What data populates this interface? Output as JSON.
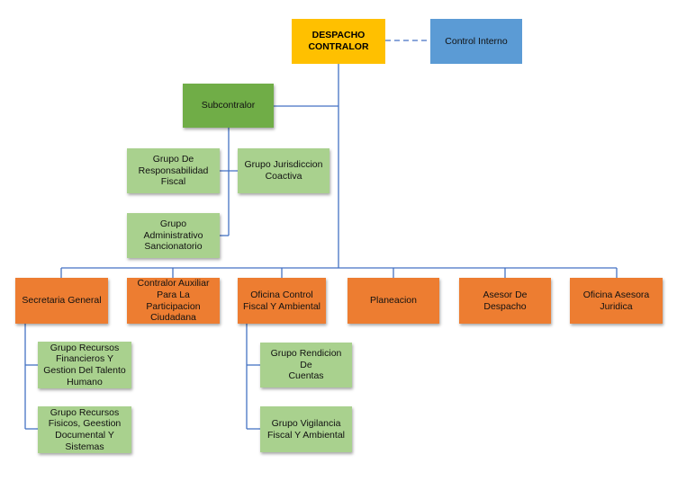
{
  "nodes": {
    "despacho_contralor": "DESPACHO\nCONTRALOR",
    "control_interno": "Control Interno",
    "subcontralor": "Subcontralor",
    "grupo_responsabilidad_fiscal": "Grupo De\nResponsabilidad\nFiscal",
    "grupo_jurisdiccion_coactiva": "Grupo Jurisdiccion\nCoactiva",
    "grupo_administrativo_sancionatorio": "Grupo\nAdministrativo\nSancionatorio",
    "secretaria_general": "Secretaria General",
    "contralor_auxiliar": "Contralor Auxiliar\nPara La\nParticipacion\nCiudadana",
    "oficina_control_fiscal": "Oficina Control\nFiscal Y Ambiental",
    "planeacion": "Planeacion",
    "asesor_despacho": "Asesor De\nDespacho",
    "oficina_asesora_juridica": "Oficina Asesora\nJuridica",
    "grupo_recursos_financieros": "Grupo Recursos\nFinancieros Y\nGestion Del Talento\nHumano",
    "grupo_recursos_fisicos": "Grupo Recursos\nFisicos, Geestion\nDocumental Y\nSistemas",
    "grupo_rendicion_cuentas": "Grupo Rendicion De\nCuentas",
    "grupo_vigilancia_fiscal": "Grupo Vigilancia\nFiscal Y Ambiental"
  },
  "colors": {
    "executive": "#ffc000",
    "control": "#5b9bd5",
    "sub": "#70ad47",
    "group": "#a9d18e",
    "office": "#ed7d31",
    "connector": "#4472c4"
  }
}
